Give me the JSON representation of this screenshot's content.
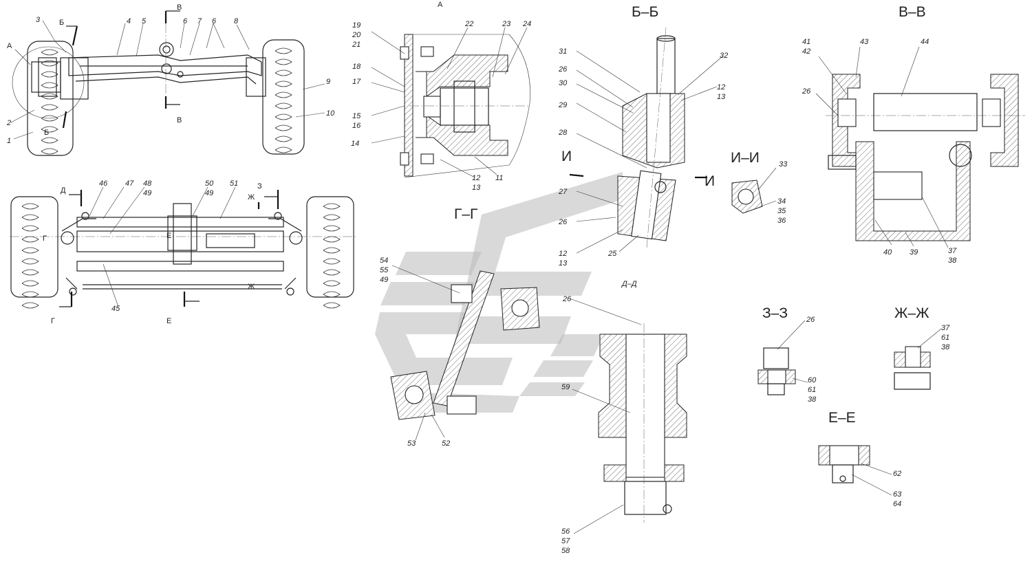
{
  "sections": {
    "view_a": "А",
    "bb": "Б–Б",
    "vv": "В–В",
    "gg": "Г–Г",
    "ii": "И–И",
    "zz": "З–З",
    "zhzh": "Ж–Ж",
    "ee": "Е–Е",
    "dd": "Д–Д"
  },
  "cut_letters": {
    "a": "А",
    "b": "Б",
    "v": "В",
    "g": "Г",
    "d": "Д",
    "e": "Е",
    "zh": "Ж",
    "z": "З",
    "i": "И"
  },
  "labels": {
    "n1": "1",
    "n2": "2",
    "n3": "3",
    "n4": "4",
    "n5": "5",
    "n6": "6",
    "n7": "7",
    "n8": "8",
    "n9": "9",
    "n10": "10",
    "n11": "11",
    "n12": "12",
    "n13": "13",
    "n14": "14",
    "n15": "15",
    "n16": "16",
    "n17": "17",
    "n18": "18",
    "n19": "19",
    "n20": "20",
    "n21": "21",
    "n22": "22",
    "n23": "23",
    "n24": "24",
    "n25": "25",
    "n26": "26",
    "n27": "27",
    "n28": "28",
    "n29": "29",
    "n30": "30",
    "n31": "31",
    "n32": "32",
    "n33": "33",
    "n34": "34",
    "n35": "35",
    "n36": "36",
    "n37": "37",
    "n38": "38",
    "n39": "39",
    "n40": "40",
    "n41": "41",
    "n42": "42",
    "n43": "43",
    "n44": "44",
    "n45": "45",
    "n46": "46",
    "n47": "47",
    "n48": "48",
    "n49": "49",
    "n50": "50",
    "n51": "51",
    "n52": "52",
    "n53": "53",
    "n54": "54",
    "n55": "55",
    "n56": "56",
    "n57": "57",
    "n58": "58",
    "n59": "59",
    "n60": "60",
    "n61": "61",
    "n62": "62",
    "n63": "63",
    "n64": "64"
  },
  "icons": {
    "watermark": "company-logo-watermark"
  }
}
